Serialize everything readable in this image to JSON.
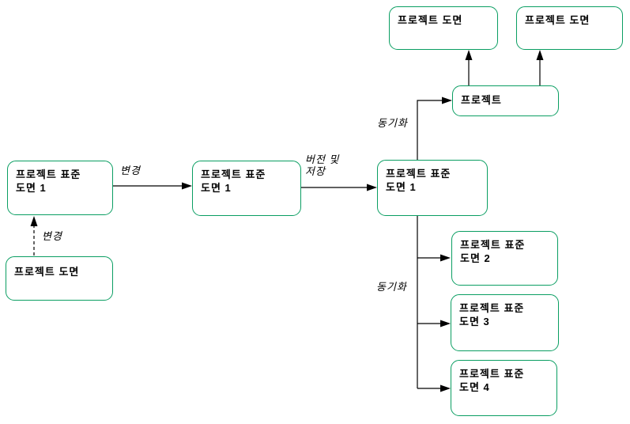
{
  "diagram": {
    "boxes": {
      "top_drawing_left": {
        "line1": "프로젝트 도면"
      },
      "top_drawing_right": {
        "line1": "프로젝트 도면"
      },
      "project": {
        "line1": "프로젝트"
      },
      "std1_source": {
        "line1": "프로젝트 표준",
        "line2": "도면 1"
      },
      "std1_working": {
        "line1": "프로젝트 표준",
        "line2": "도면 1"
      },
      "std1_saved": {
        "line1": "프로젝트 표준",
        "line2": "도면 1"
      },
      "project_drawing_source": {
        "line1": "프로젝트 도면"
      },
      "std2": {
        "line1": "프로젝트 표준",
        "line2": "도면 2"
      },
      "std3": {
        "line1": "프로젝트 표준",
        "line2": "도면 3"
      },
      "std4": {
        "line1": "프로젝트 표준",
        "line2": "도면 4"
      }
    },
    "edge_labels": {
      "change_left": "변경",
      "change_dashed": "변경",
      "version_save_line1": "버전 및",
      "version_save_line2": "저장",
      "sync_top": "동기화",
      "sync_bottom": "동기화"
    },
    "colors": {
      "box_border_green": "#0a9e62",
      "line_black": "#000000"
    }
  }
}
